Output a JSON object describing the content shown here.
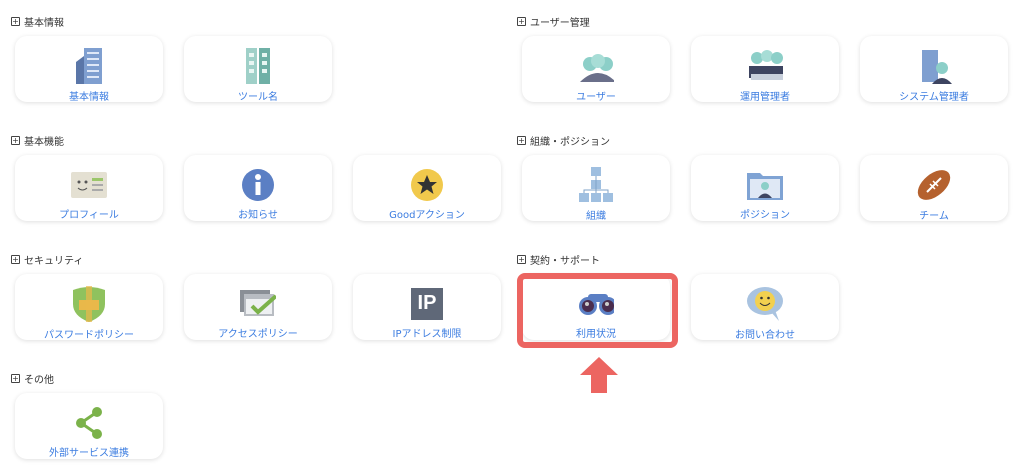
{
  "sections": [
    {
      "title": "基本情報",
      "items": [
        "基本情報",
        "ツール名"
      ]
    },
    {
      "title": "ユーザー管理",
      "items": [
        "ユーザー",
        "運用管理者",
        "システム管理者"
      ]
    },
    {
      "title": "基本機能",
      "items": [
        "プロフィール",
        "お知らせ",
        "Goodアクション"
      ]
    },
    {
      "title": "組織・ポジション",
      "items": [
        "組織",
        "ポジション",
        "チーム"
      ]
    },
    {
      "title": "セキュリティ",
      "items": [
        "パスワードポリシー",
        "アクセスポリシー",
        "IPアドレス制限"
      ]
    },
    {
      "title": "契約・サポート",
      "items": [
        "利用状況",
        "お問い合わせ"
      ]
    },
    {
      "title": "その他",
      "items": [
        "外部サービス連携"
      ]
    }
  ],
  "icons": {
    "ip_text": "IP"
  },
  "colors": {
    "link": "#3b7ce0",
    "highlight": "#ec6561"
  }
}
